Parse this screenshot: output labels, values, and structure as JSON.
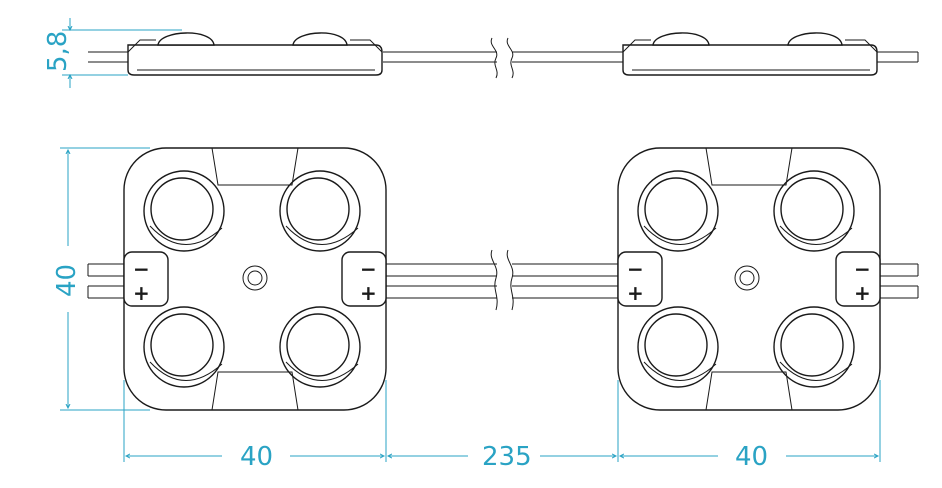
{
  "dimensions": {
    "height_label": "5,8",
    "width_label": "40",
    "spacing_label": "235",
    "second_width_label": "40",
    "side_label": "40"
  },
  "terminals": {
    "minus": "−",
    "plus": "+"
  },
  "colors": {
    "dimension": "#2aa3c4",
    "outline": "#1a1a1a"
  }
}
